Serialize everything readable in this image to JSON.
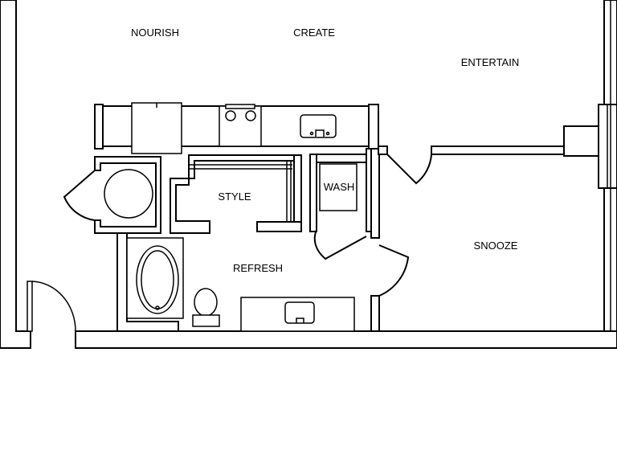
{
  "plan": {
    "rooms": {
      "nourish": "NOURISH",
      "create": "CREATE",
      "entertain": "ENTERTAIN",
      "style": "STYLE",
      "wash": "WASH",
      "refresh": "REFRESH",
      "snooze": "SNOOZE"
    },
    "colors": {
      "line": "#000000",
      "background": "#ffffff"
    },
    "icons": [
      "door-swing",
      "kitchen-sink",
      "cooktop",
      "dishwasher",
      "washer-dryer",
      "bathtub",
      "toilet",
      "vanity-sink"
    ]
  }
}
